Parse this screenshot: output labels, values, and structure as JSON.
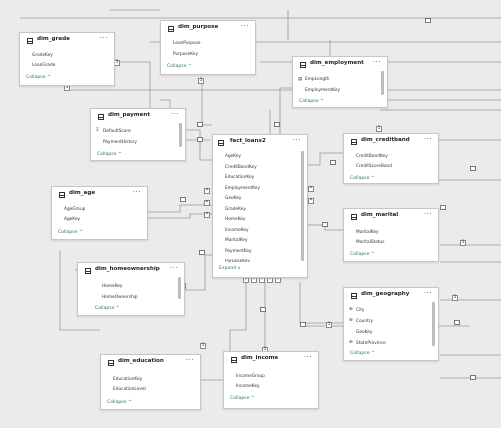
{
  "cards": {
    "grade": {
      "title": "dim_grade",
      "fields": [
        "GradeKey",
        "LoanGrade"
      ],
      "collapse": "Collapse"
    },
    "purpose": {
      "title": "dim_purpose",
      "fields": [
        "LoanPurpose",
        "PurposeKey"
      ],
      "collapse": "Collapse"
    },
    "employment": {
      "title": "dim_employment",
      "fields": [
        "EmpLength",
        "EmploymentKey"
      ],
      "collapse": "Collapse"
    },
    "payment": {
      "title": "dim_payment",
      "fields": [
        "DefaultScore",
        "PaymentHistory"
      ],
      "collapse": "Collapse"
    },
    "creditband": {
      "title": "dim_creditband",
      "fields": [
        "CreditBandKey",
        "CreditScoreBand"
      ],
      "collapse": "Collapse"
    },
    "fact": {
      "title": "fact_loans2",
      "fields": [
        "AgeKey",
        "CreditBandKey",
        "EducationKey",
        "EmploymentKey",
        "GeoKey",
        "GradeKey",
        "HomeKey",
        "IncomeKey",
        "MaritalKey",
        "PaymentKey",
        "PurposeKey"
      ],
      "expand": "Expand"
    },
    "age": {
      "title": "dim_age",
      "fields": [
        "AgeGroup",
        "AgeKey"
      ],
      "collapse": "Collapse"
    },
    "marital": {
      "title": "dim_marital",
      "fields": [
        "MaritalKey",
        "MaritalStatus"
      ],
      "collapse": "Collapse"
    },
    "homeownership": {
      "title": "dim_homeownership",
      "fields": [
        "HomeKey",
        "HomeOwnership"
      ],
      "collapse": "Collapse"
    },
    "geography": {
      "title": "dim_geography",
      "fields": [
        "City",
        "Country",
        "GeoKey",
        "StateProvince"
      ],
      "collapse": "Collapse"
    },
    "education": {
      "title": "dim_education",
      "fields": [
        "EducationKey",
        "EducationLevel"
      ],
      "collapse": "Collapse"
    },
    "income": {
      "title": "dim_income",
      "fields": [
        "IncomeGroup",
        "IncomeKey"
      ],
      "collapse": "Collapse"
    }
  },
  "more_label": "···",
  "cardinality": {
    "one": "1",
    "many": "*"
  },
  "colors": {
    "line": "#9a9a9a",
    "collapse": "#247a5e",
    "background": "#ebebeb"
  },
  "icons": {
    "table": "table-icon",
    "more": "more-options-icon",
    "chevron": "chevron-up-icon",
    "geo": "globe-icon",
    "sigma": "sigma-icon",
    "calc": "calculated-column-icon",
    "collapse": "collapse-chevron-icon"
  }
}
